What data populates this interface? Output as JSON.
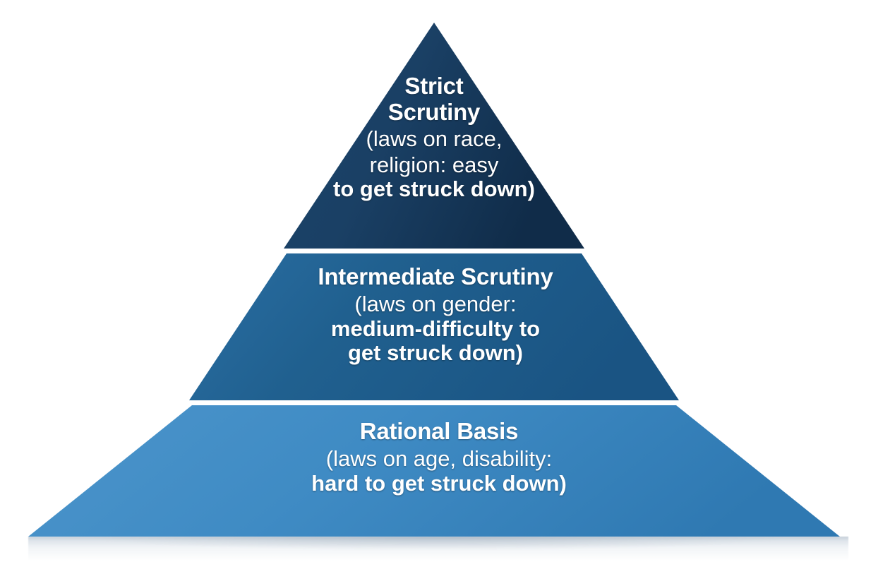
{
  "diagram": {
    "type": "pyramid",
    "orientation": "apex-up",
    "background_color": "#ffffff",
    "tier_count": 3,
    "tiers": [
      {
        "id": "strict-scrutiny",
        "position": "top",
        "title": "Strict Scrutiny",
        "title_lines": [
          "Strict",
          "Scrutiny"
        ],
        "detail_lines": [
          {
            "text": "(laws on race,",
            "weight": "regular"
          },
          {
            "text": "religion: easy",
            "weight": "regular"
          },
          {
            "text": "to get struck down)",
            "weight": "bold"
          }
        ],
        "full_detail": "(laws on race, religion: easy to get struck down)",
        "applies_to": "laws on race, religion",
        "difficulty_to_strike_down": "easy",
        "fill_color": "#16395c",
        "fill_color_light": "#1d4straight",
        "text_color": "#ffffff"
      },
      {
        "id": "intermediate-scrutiny",
        "position": "middle",
        "title": "Intermediate Scrutiny",
        "title_lines": [
          "Intermediate Scrutiny"
        ],
        "detail_lines": [
          {
            "text": "(laws on gender:",
            "weight": "regular"
          },
          {
            "text": "medium-difficulty to",
            "weight": "bold"
          },
          {
            "text": "get struck down)",
            "weight": "bold"
          }
        ],
        "full_detail": "(laws on gender: medium-difficulty to get struck down)",
        "applies_to": "laws on gender",
        "difficulty_to_strike_down": "medium-difficulty",
        "fill_color": "#1f5b8a",
        "text_color": "#ffffff"
      },
      {
        "id": "rational-basis",
        "position": "bottom",
        "title": "Rational Basis",
        "title_lines": [
          "Rational Basis"
        ],
        "detail_lines": [
          {
            "text": "(laws on age, disability:",
            "weight": "regular"
          },
          {
            "text": "hard to get struck down)",
            "weight": "bold"
          }
        ],
        "full_detail": "(laws on age, disability: hard to get struck down)",
        "applies_to": "laws on age, disability",
        "difficulty_to_strike_down": "hard",
        "fill_color": "#3d86bf",
        "text_color": "#ffffff"
      }
    ],
    "divider_color": "#ffffff",
    "shadow_color": "#96a8ba"
  }
}
